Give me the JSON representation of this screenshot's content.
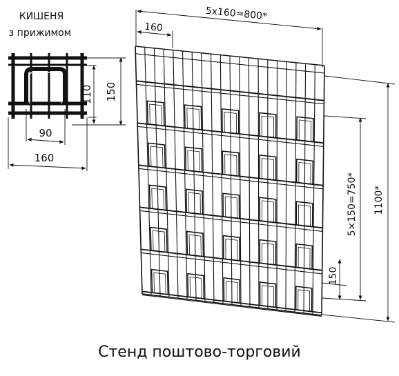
{
  "caption": "Стенд поштово-торговий",
  "pocket": {
    "title_line1": "КИШЕНЯ",
    "title_line2": "з прижимом",
    "dim_height_inner": "110",
    "dim_height_outer": "150",
    "dim_width_inner": "90",
    "dim_width_outer": "160"
  },
  "stand": {
    "dim_total_width": "5x160=800*",
    "dim_cell_width": "160",
    "dim_rows_height": "5×150=750*",
    "dim_total_height": "1100*",
    "dim_row_height": "150",
    "columns": 5,
    "rows": 5
  },
  "colors": {
    "line": "#111111",
    "background": "#ffffff"
  }
}
